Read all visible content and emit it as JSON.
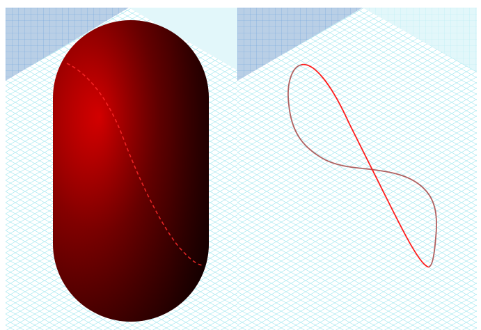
{
  "scene": {
    "background": "#ffffff",
    "floor_grid_color": "#9fe6ee",
    "left_wall_fill": "#b9cfe6",
    "left_wall_grid": "#6fa3dc",
    "right_wall_fill": "#e2f7fa",
    "right_wall_grid": "#b6ecf2"
  },
  "panels": [
    {
      "name": "capsule-with-curve-panel",
      "object": "capsule",
      "curve": "dashed-figure-eight"
    },
    {
      "name": "figure-eight-curve-panel",
      "object": "none",
      "curve": "figure-eight"
    }
  ],
  "colors": {
    "capsule_highlight": "#f40000",
    "capsule_mid": "#8a0000",
    "capsule_shadow": "#2a0000",
    "curve_front": "#ff1a1a",
    "curve_back": "#b06060"
  }
}
